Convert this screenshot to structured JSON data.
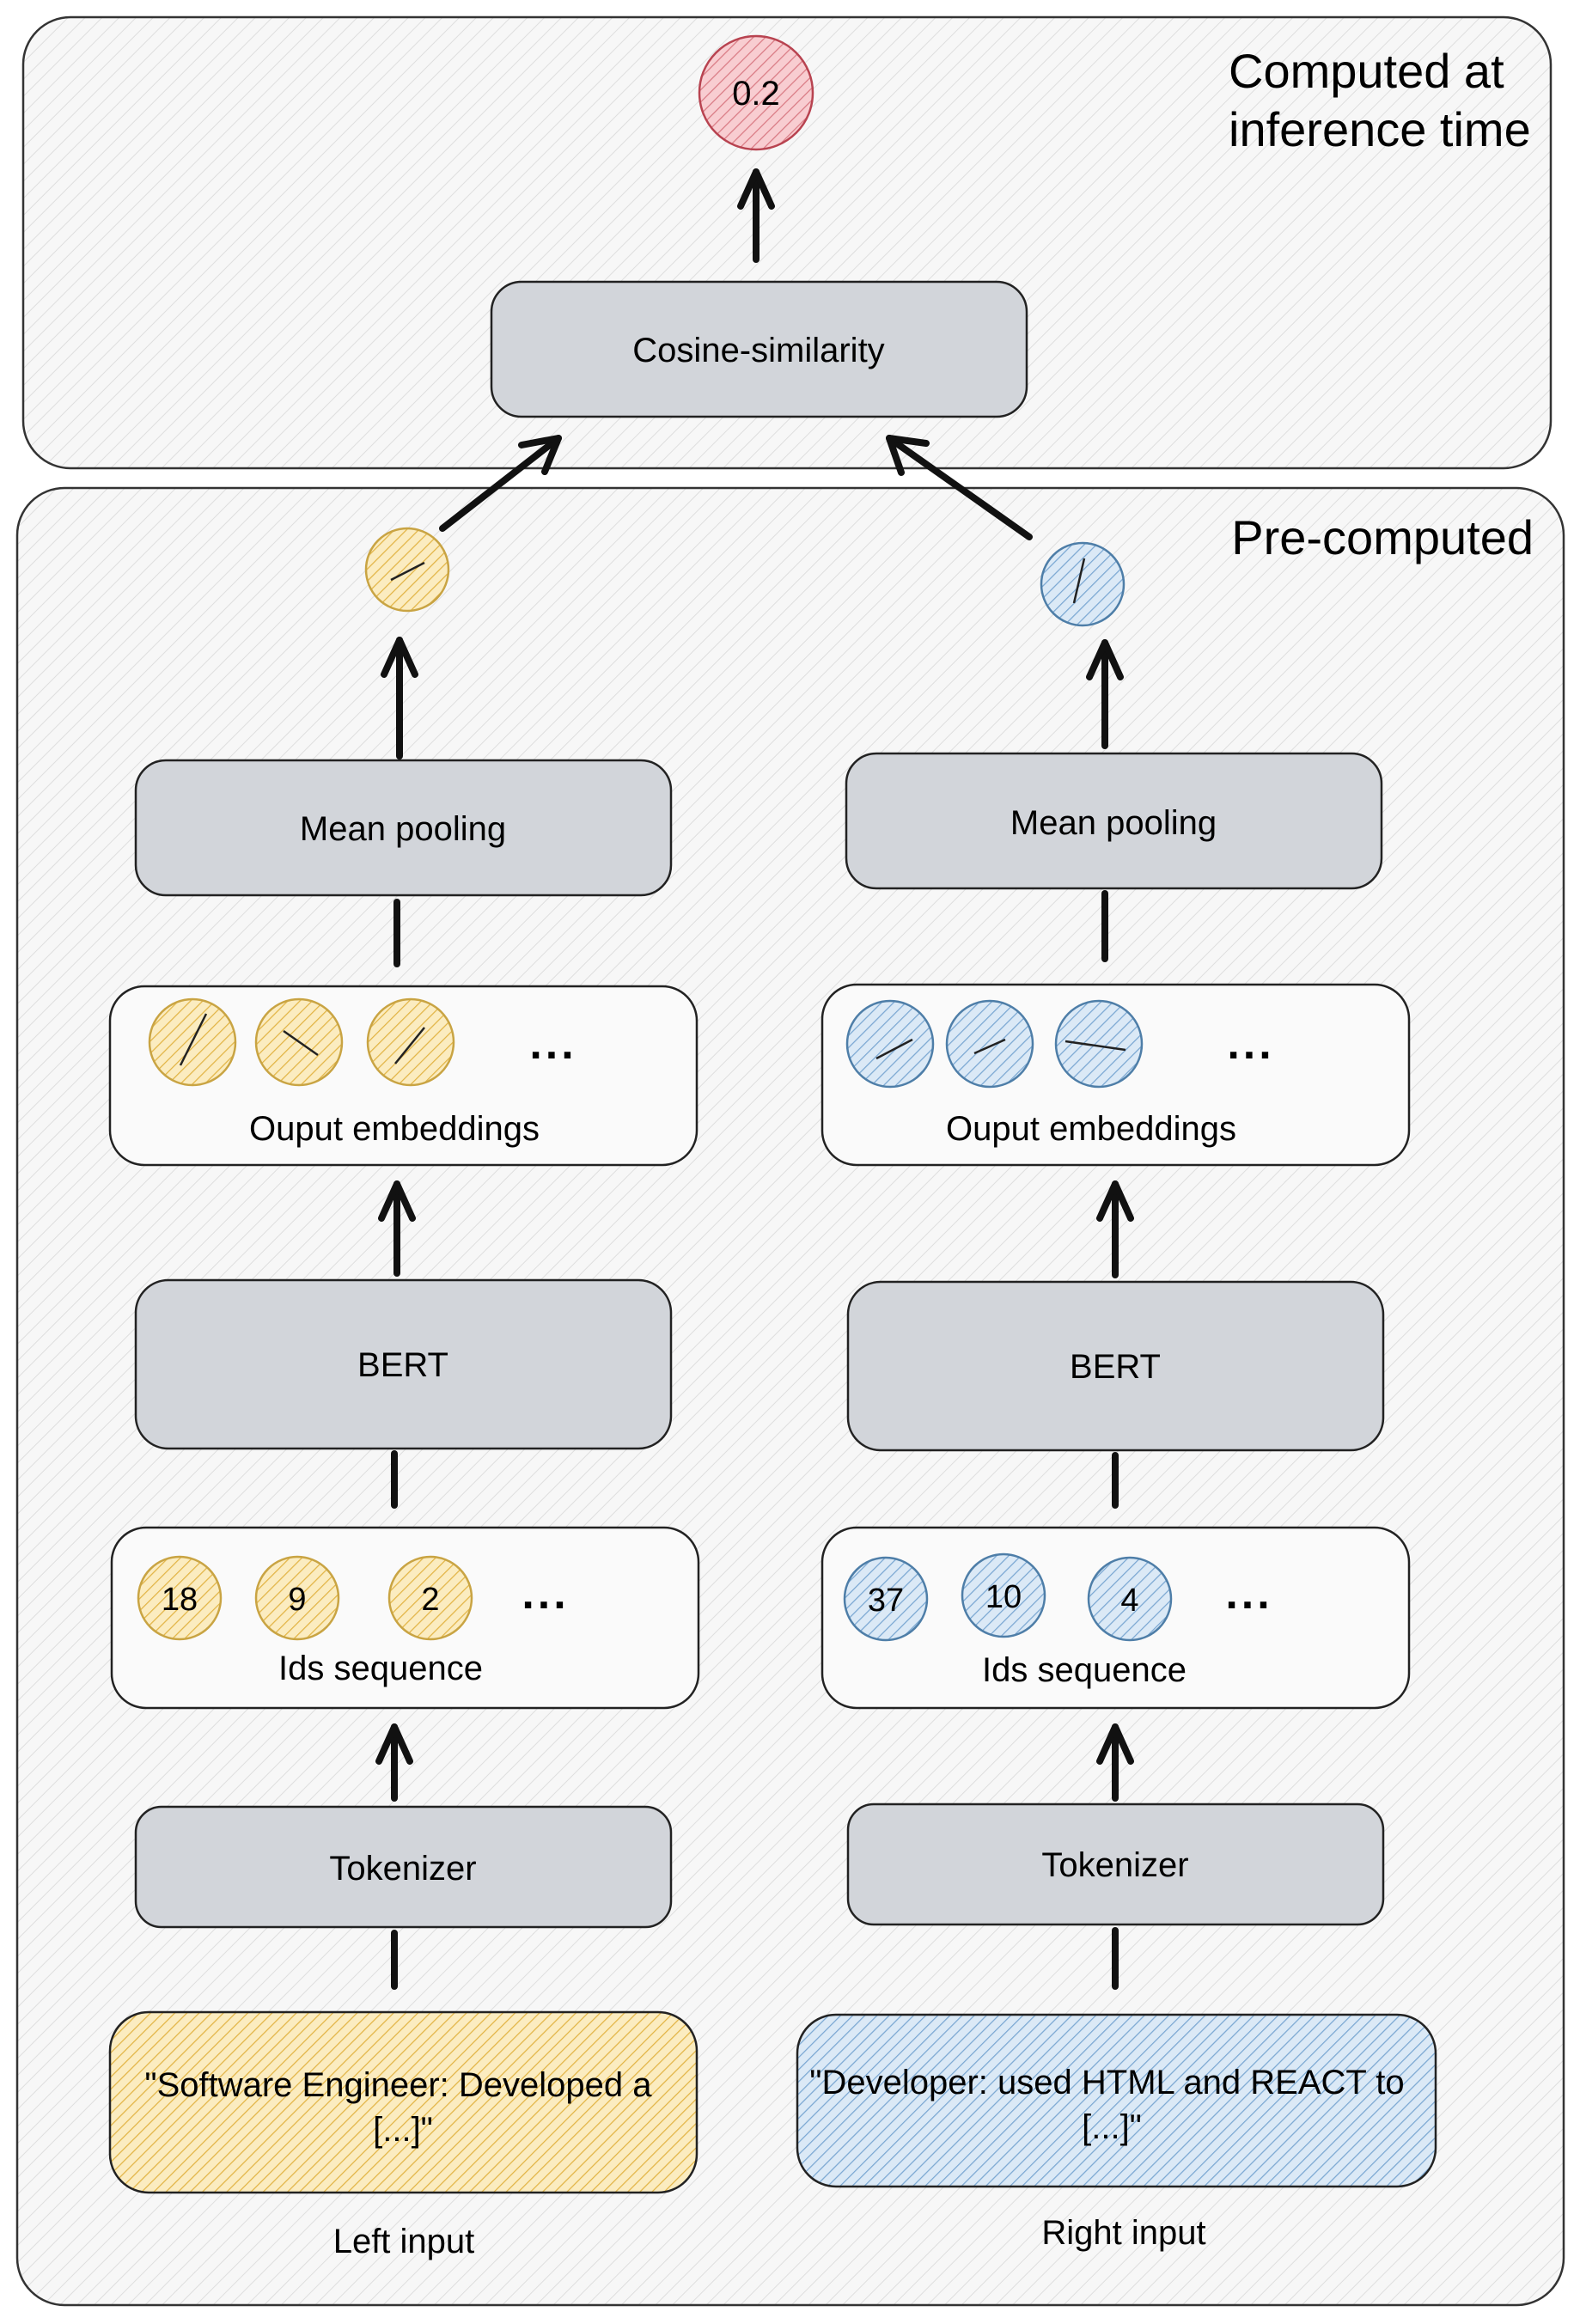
{
  "regions": {
    "inference": "Computed at\ninference time",
    "precomputed": "Pre-computed"
  },
  "result": {
    "score": "0.2"
  },
  "cosine": "Cosine-similarity",
  "left": {
    "caption": "Left input",
    "input_text": "\"Software Engineer: Developed a\n[...]\"",
    "tokenizer": "Tokenizer",
    "ids_label": "Ids sequence",
    "ids": [
      "18",
      "9",
      "2"
    ],
    "ellipsis": "...",
    "bert": "BERT",
    "embeddings_label": "Ouput embeddings",
    "pooling": "Mean pooling"
  },
  "right": {
    "caption": "Right input",
    "input_text": "\"Developer: used HTML and REACT to\n[...]\"",
    "tokenizer": "Tokenizer",
    "ids_label": "Ids sequence",
    "ids": [
      "37",
      "10",
      "4"
    ],
    "ellipsis": "...",
    "bert": "BERT",
    "embeddings_label": "Ouput embeddings",
    "pooling": "Mean pooling"
  },
  "colors": {
    "left_fill": "#f5d889",
    "left_stroke": "#c9a443",
    "right_fill": "#b9d3ec",
    "right_stroke": "#4e7ea8",
    "result_fill": "#f2aab0",
    "result_stroke": "#b84350",
    "box_fill": "#d2d5da",
    "region_fill": "#f6f6f6"
  }
}
